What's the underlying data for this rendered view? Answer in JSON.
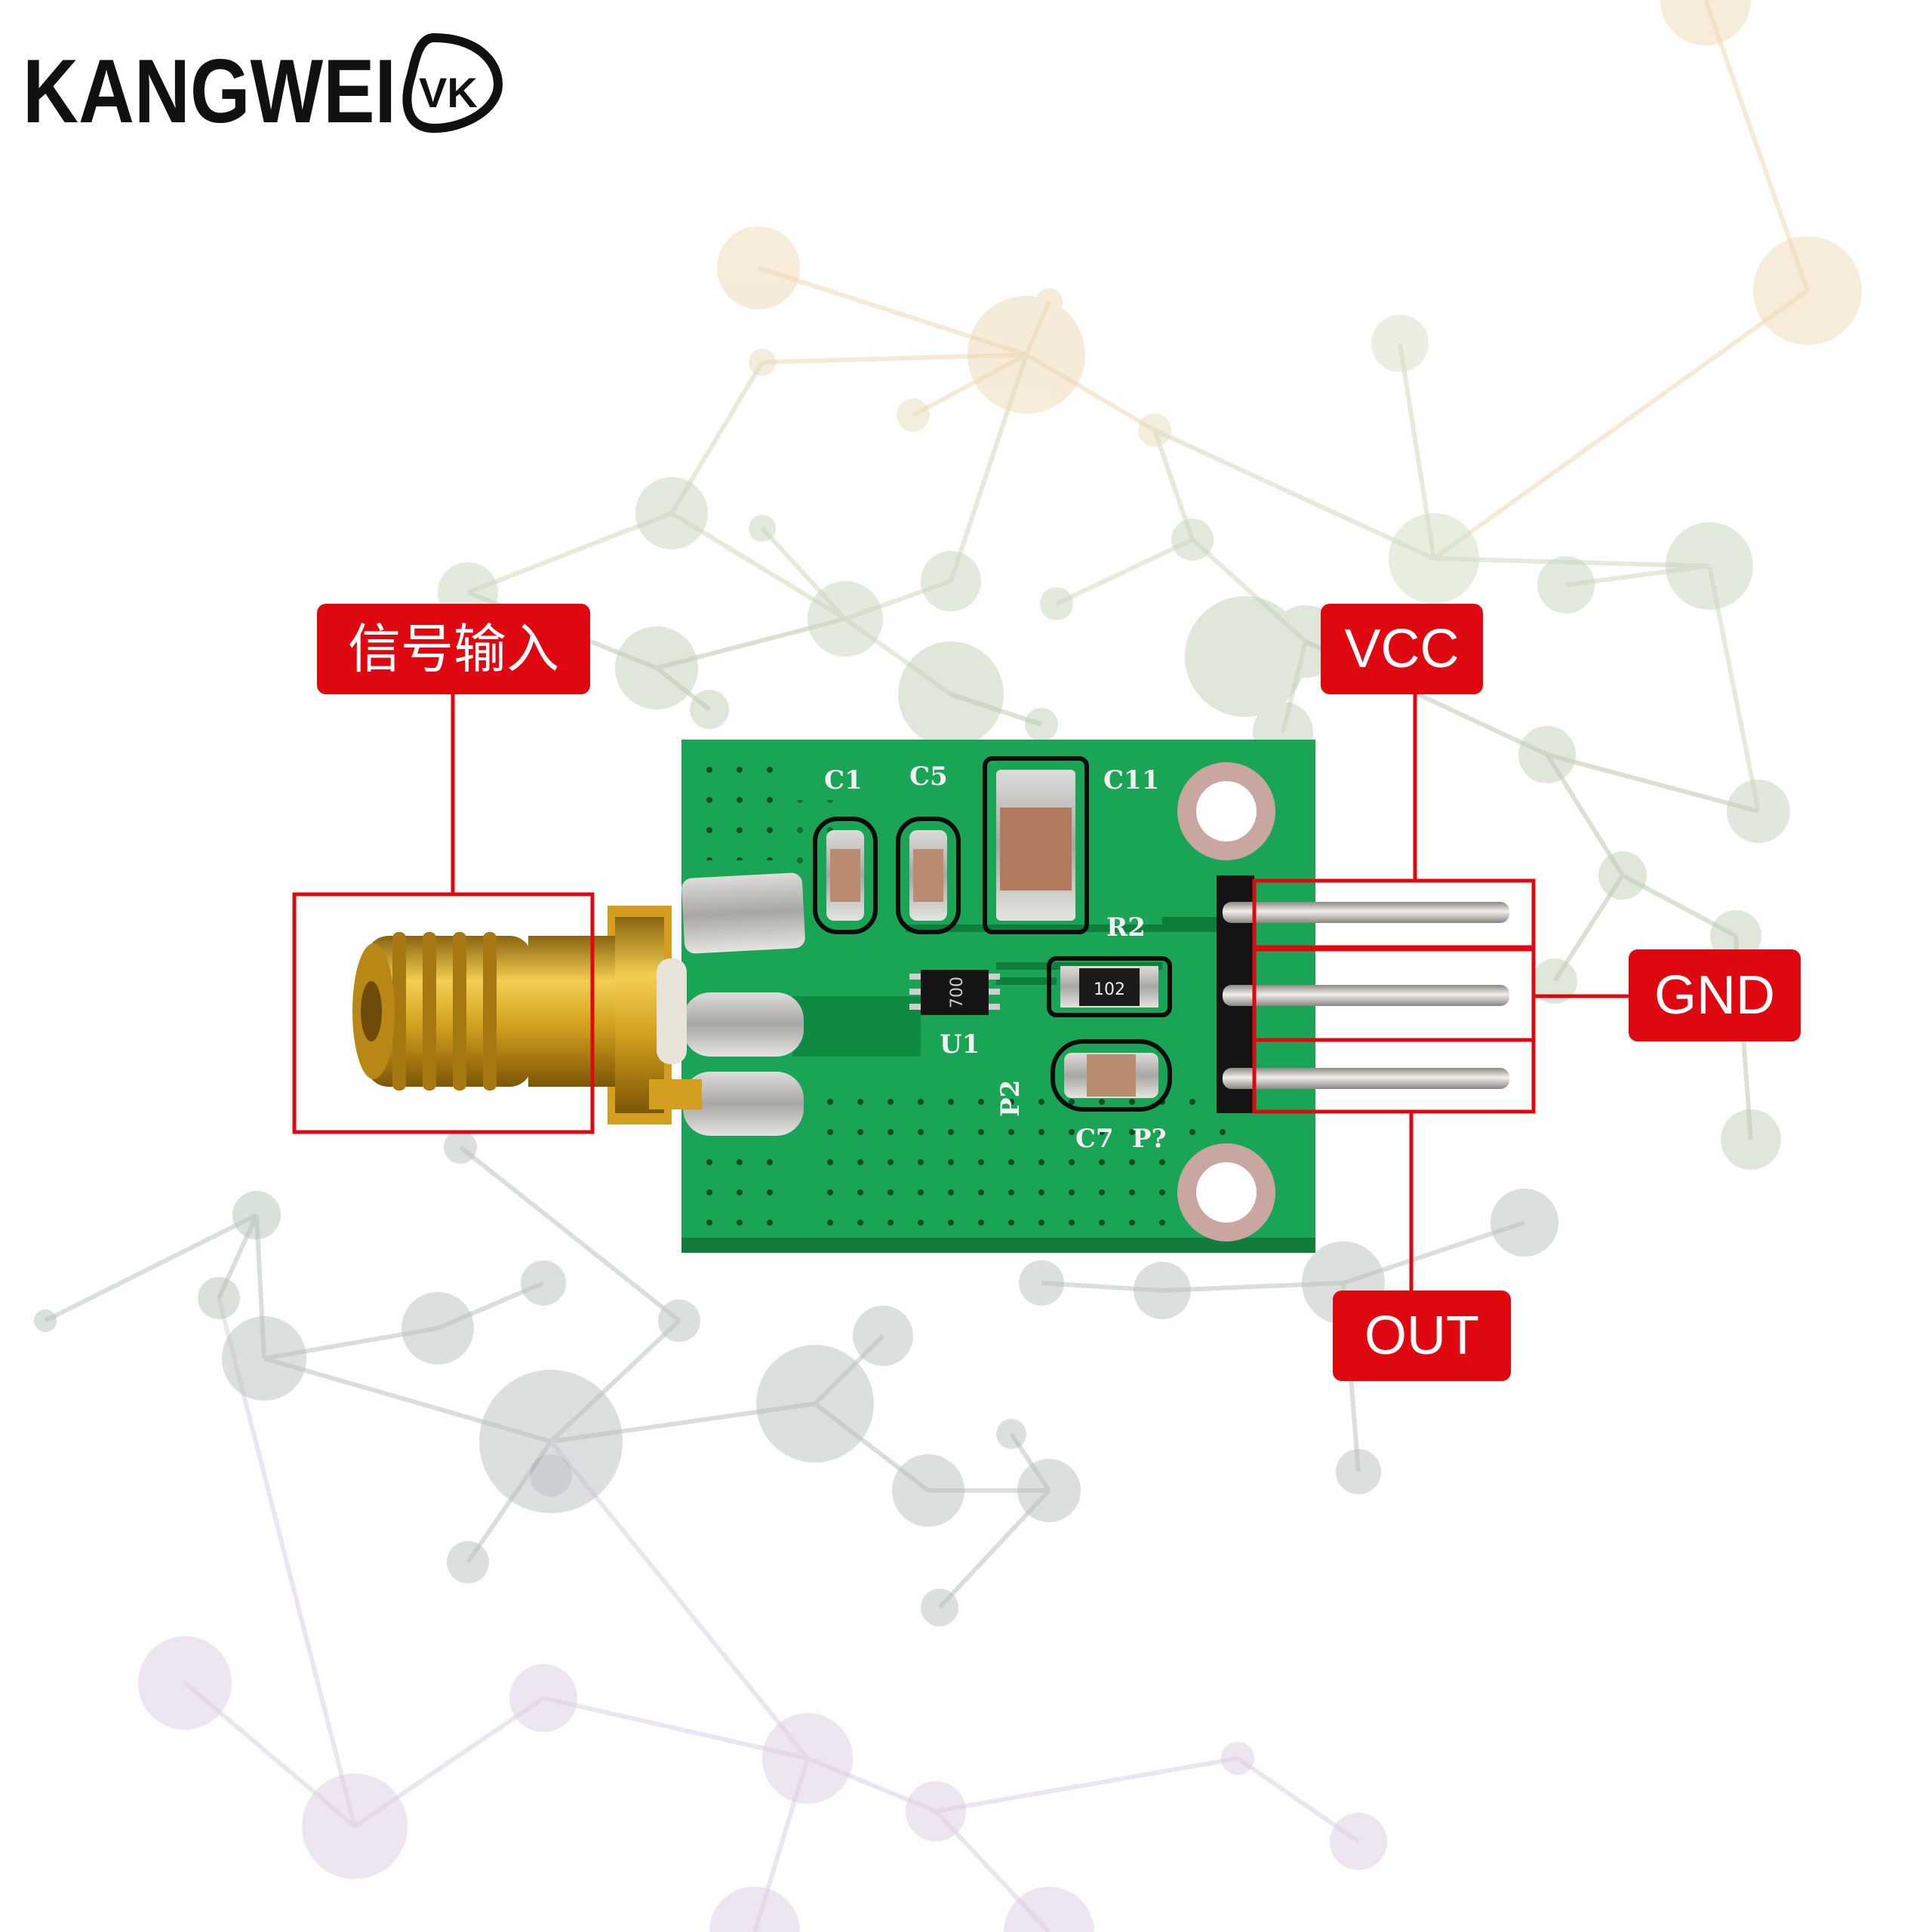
{
  "brand": {
    "name": "KANGWEI",
    "mark": "VK"
  },
  "callouts": {
    "signal_input": "信号输入",
    "vcc": "VCC",
    "gnd": "GND",
    "out": "OUT"
  },
  "board": {
    "silkscreen": [
      "C1",
      "C5",
      "C11",
      "R2",
      "U1",
      "P2",
      "C7",
      "P?",
      "102",
      "700"
    ]
  },
  "colors": {
    "callout_red": "#e00810",
    "pcb_green": "#17a050",
    "gold": "#d6a51c"
  }
}
